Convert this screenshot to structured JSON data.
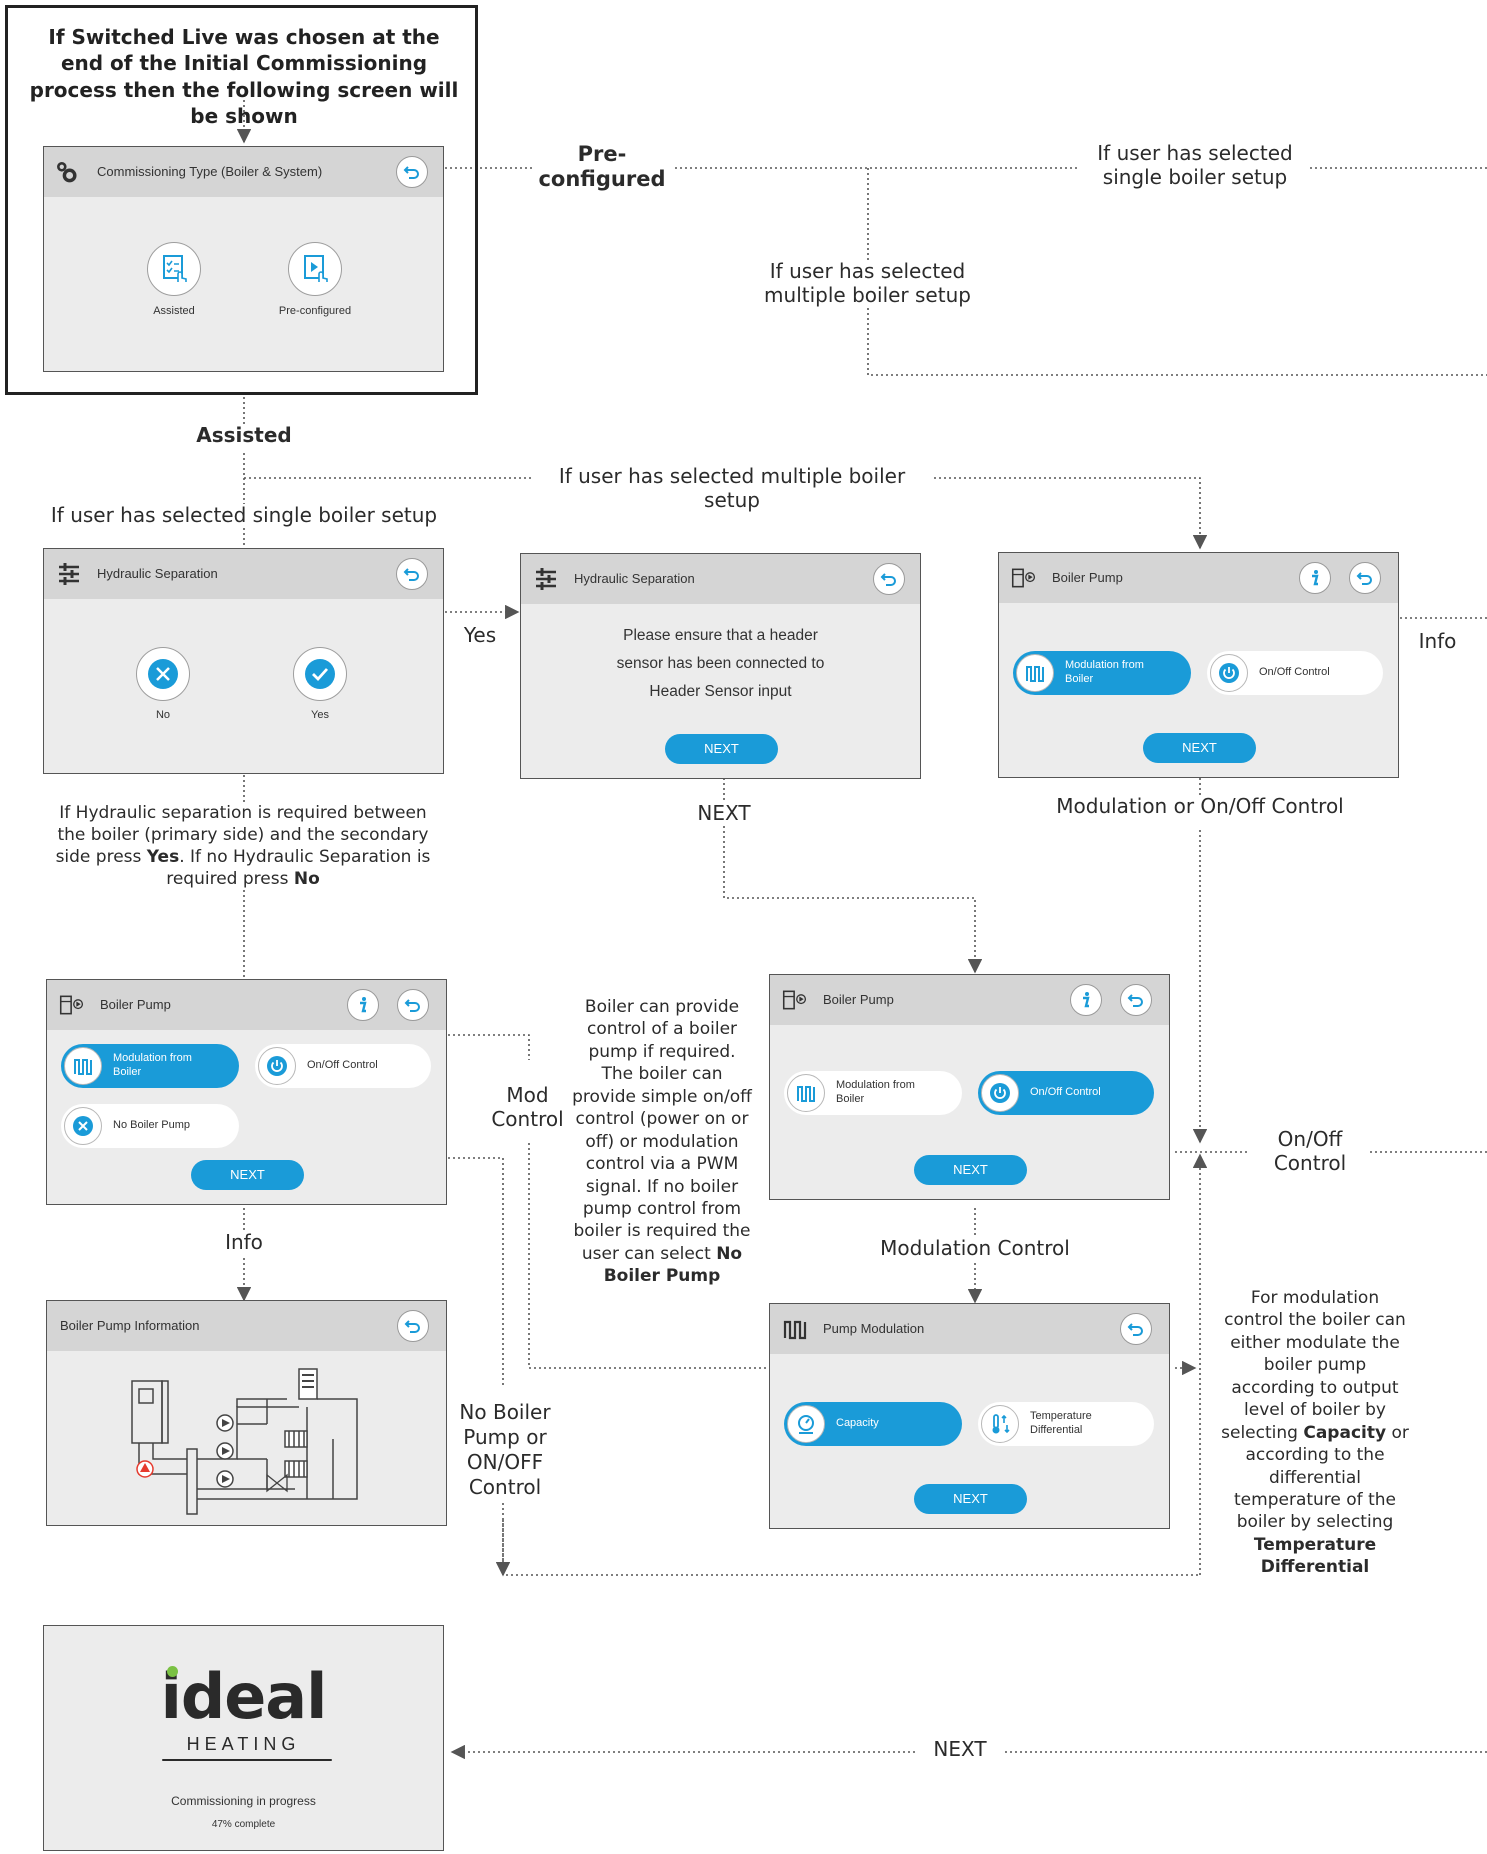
{
  "intro_box": {
    "text": "If Switched Live was chosen at the end of the Initial Commissioning process then the following screen will be shown"
  },
  "commissioning_screen": {
    "title": "Commissioning Type (Boiler & System)",
    "options": [
      {
        "label": "Assisted",
        "icon": "checklist-touch-icon"
      },
      {
        "label": "Pre-configured",
        "icon": "play-touch-icon"
      }
    ]
  },
  "labels": {
    "preconfigured": "Pre-configured",
    "single_top": "If user has selected single boiler setup",
    "multiple_top": "If user has selected multiple boiler setup",
    "assisted": "Assisted",
    "multiple_mid": "If user has selected multiple boiler setup",
    "single_mid": "If user has selected single boiler setup",
    "yes": "Yes",
    "info_right": "Info",
    "next_mid": "NEXT",
    "mod_or_onoff": "Modulation or On/Off Control",
    "mod_control_left": "Mod Control",
    "info_left": "Info",
    "no_pump_or_onoff": "No Boiler Pump or ON/OFF Control",
    "modulation_control": "Modulation Control",
    "onoff_control": "On/Off Control",
    "next_bottom": "NEXT"
  },
  "notes": {
    "hydraulic_pre": "If Hydraulic separation is required between the boiler (primary side) and the secondary side press",
    "hydraulic_yes": "Yes",
    "hydraulic_mid": ". If no Hydraulic Separation is required press",
    "hydraulic_no": "No",
    "pump_pre": "Boiler can provide control of a boiler pump if required. The boiler can provide simple on/off control (power on or off) or modulation control via a PWM signal. If no boiler pump control from boiler is required the user can select",
    "pump_bold": "No Boiler Pump",
    "mod_pre": "For modulation control the boiler can either modulate the boiler pump according to output level of boiler by selecting",
    "mod_bold1": "Capacity",
    "mod_mid": "or according to the differential temperature of the boiler by selecting",
    "mod_bold2": "Temperature Differential"
  },
  "hydraulic_screen": {
    "title": "Hydraulic Separation",
    "no": "No",
    "yes": "Yes"
  },
  "header_sensor_screen": {
    "title": "Hydraulic Separation",
    "lines": [
      "Please ensure that a header",
      "sensor has been connected to",
      "Header Sensor input"
    ],
    "next": "NEXT"
  },
  "pump_screen_top": {
    "title": "Boiler Pump",
    "mod_lines": [
      "Modulation from",
      "Boiler"
    ],
    "onoff": "On/Off Control",
    "next": "NEXT"
  },
  "pump_screen_left": {
    "title": "Boiler Pump",
    "mod_lines": [
      "Modulation from",
      "Boiler"
    ],
    "onoff": "On/Off Control",
    "none": "No Boiler Pump",
    "next": "NEXT"
  },
  "pump_screen_mid": {
    "title": "Boiler Pump",
    "mod_lines": [
      "Modulation from",
      "Boiler"
    ],
    "onoff": "On/Off Control",
    "next": "NEXT"
  },
  "pump_info_screen": {
    "title": "Boiler Pump Information"
  },
  "pump_modulation_screen": {
    "title": "Pump Modulation",
    "capacity": "Capacity",
    "temp_lines": [
      "Temperature",
      "Differential"
    ],
    "next": "NEXT"
  },
  "final_screen": {
    "logo_word": "ideal",
    "logo_sub": "HEATING",
    "status": "Commissioning in progress",
    "progress": "47% complete"
  },
  "colors": {
    "accent": "#1a9bd8",
    "screen_bg": "#ececec",
    "header_bg": "#d5d5d5",
    "line": "#555555",
    "logo_green": "#7ac143",
    "alarm_red": "#e63a2e"
  }
}
